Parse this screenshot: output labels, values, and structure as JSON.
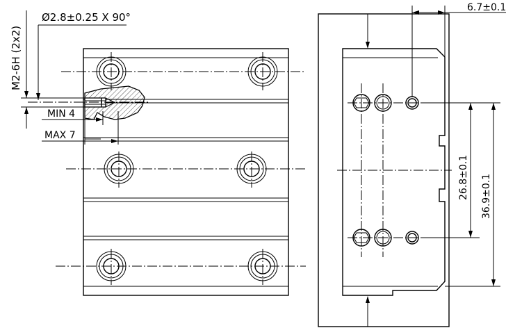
{
  "labels": {
    "thread": "M2-6H (2x2)",
    "chamfer": "Ø2.8±0.25 X 90°",
    "min_depth": "MIN 4",
    "max_depth": "MAX 7",
    "dim_top": "6.7±0.1",
    "dim_inner": "26.8±0.1",
    "dim_outer": "36.9±0.1"
  }
}
